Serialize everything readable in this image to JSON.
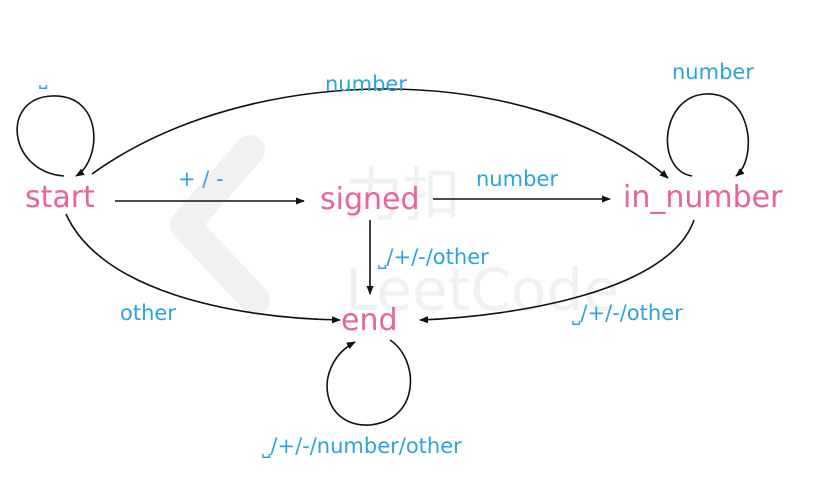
{
  "colors": {
    "state_text": "#e8649a",
    "edge_label_text": "#2aa3e0",
    "edge_line": "#111111",
    "watermark": "#f1f1f1"
  },
  "watermark": {
    "logo_icon": "leetcode-logo",
    "logo_text": "力扣",
    "logo_subtext": "LeetCode"
  },
  "states": {
    "start": "start",
    "signed": "signed",
    "in_number": "in_number",
    "end": "end"
  },
  "edges": {
    "start_self": "⎵",
    "start_to_in_number": "number",
    "start_to_signed": "+ / -",
    "start_to_end": "other",
    "signed_to_in_number": "number",
    "signed_to_end": "⎵/+/-/other",
    "in_number_self": "number",
    "in_number_to_end": "⎵/+/-/other",
    "end_self": "⎵/+/-/number/other"
  }
}
